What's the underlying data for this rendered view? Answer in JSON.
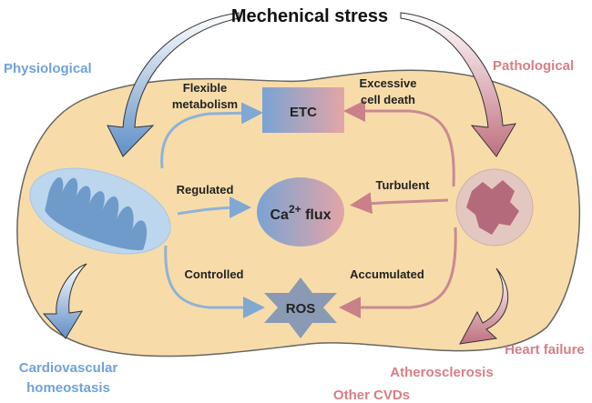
{
  "title": "Mechenical stress",
  "physiological": "Physiological",
  "pathological": "Pathological",
  "nodes": {
    "etc": "ETC",
    "ca_base": "Ca",
    "ca_sup": "2+",
    "ca_rest": " flux",
    "ros": "ROS"
  },
  "left_labels": {
    "flex1": "Flexible",
    "flex2": "metabolism",
    "regulated": "Regulated",
    "controlled": "Controlled"
  },
  "right_labels": {
    "exc1": "Excessive",
    "exc2": "cell death",
    "turbulent": "Turbulent",
    "accumulated": "Accumulated"
  },
  "outcomes": {
    "homeo1": "Cardiovascular",
    "homeo2": "homeostasis",
    "heart_failure": "Heart failure",
    "athero": "Atherosclerosis",
    "other": "Other CVDs"
  },
  "colors": {
    "blue": "#5b9bd5",
    "red": "#d0707a",
    "cell": "#f7dcaa"
  }
}
